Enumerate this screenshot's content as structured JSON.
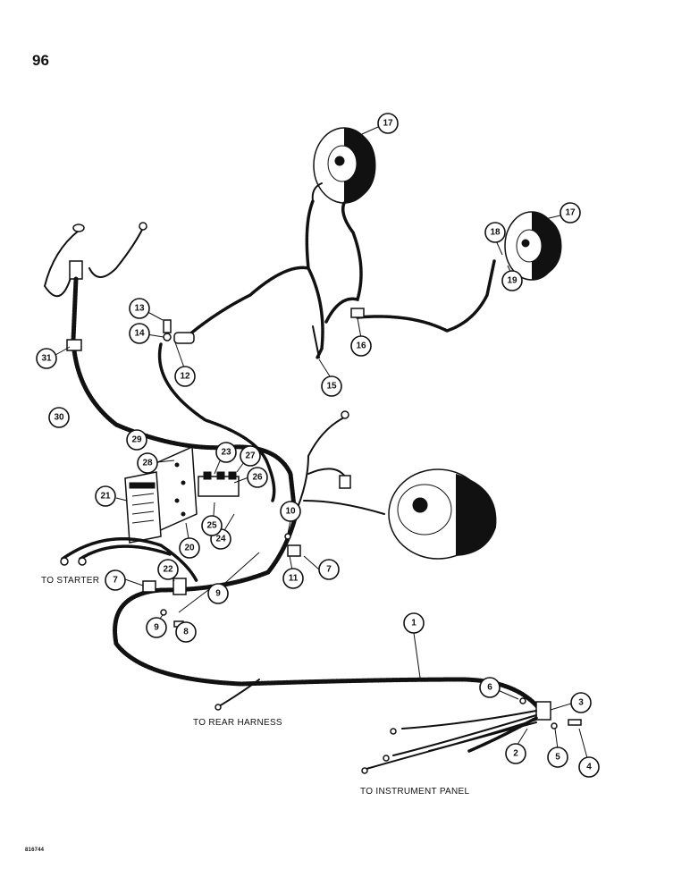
{
  "page_number": "96",
  "figure_code": "816744",
  "captions": {
    "to_starter": "TO STARTER",
    "to_rear_harness": "TO REAR HARNESS",
    "to_instrument_panel": "TO INSTRUMENT PANEL"
  },
  "callouts": {
    "c1": "1",
    "c2": "2",
    "c3": "3",
    "c4": "4",
    "c5": "5",
    "c6": "6",
    "c7a": "7",
    "c7b": "7",
    "c8": "8",
    "c9a": "9",
    "c9b": "9",
    "c10": "10",
    "c11": "11",
    "c12": "12",
    "c13": "13",
    "c14": "14",
    "c15": "15",
    "c16": "16",
    "c17a": "17",
    "c17b": "17",
    "c18": "18",
    "c19": "19",
    "c20": "20",
    "c21": "21",
    "c22": "22",
    "c23": "23",
    "c24": "24",
    "c25": "25",
    "c26": "26",
    "c27": "27",
    "c28": "28",
    "c29": "29",
    "c30": "30",
    "c31": "31"
  }
}
